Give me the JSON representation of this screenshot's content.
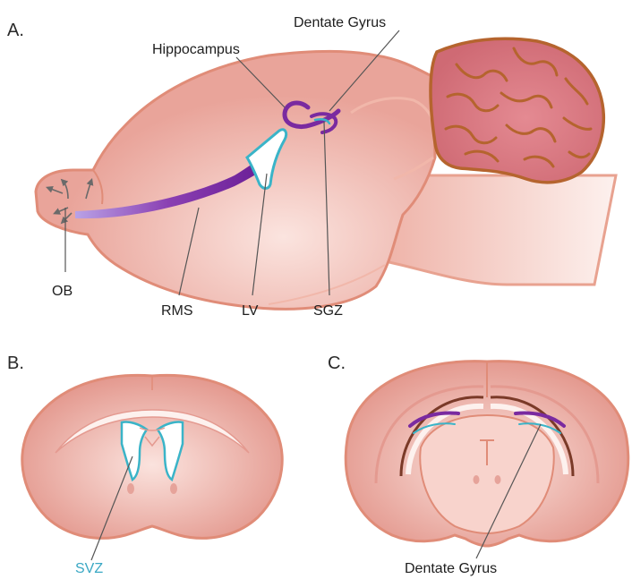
{
  "panels": {
    "a": "A.",
    "b": "B.",
    "c": "C."
  },
  "labels": {
    "dentate_gyrus_top": "Dentate Gyrus",
    "hippocampus": "Hippocampus",
    "ob": "OB",
    "rms": "RMS",
    "lv": "LV",
    "sgz": "SGZ",
    "svz": "SVZ",
    "dentate_gyrus_bottom": "Dentate Gyrus"
  },
  "colors": {
    "tissue": "#e9a49a",
    "tissue_outline": "#e08c78",
    "cerebellum": "#d3707a",
    "cerebellum_outline": "#b5642e",
    "rms_purple": "#7a2aa0",
    "ventricle_outline": "#3ab4c8",
    "svz_label": "#3aa8c4"
  }
}
